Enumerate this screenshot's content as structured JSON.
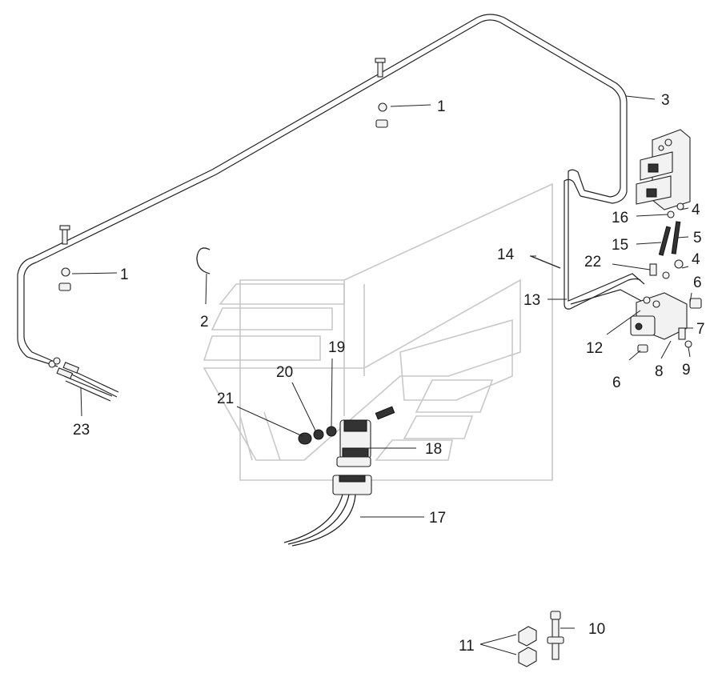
{
  "callouts": [
    {
      "id": "1a",
      "text": "1"
    },
    {
      "id": "1b",
      "text": "1"
    },
    {
      "id": "2",
      "text": "2"
    },
    {
      "id": "3",
      "text": "3"
    },
    {
      "id": "4a",
      "text": "4"
    },
    {
      "id": "4b",
      "text": "4"
    },
    {
      "id": "5",
      "text": "5"
    },
    {
      "id": "6a",
      "text": "6"
    },
    {
      "id": "6b",
      "text": "6"
    },
    {
      "id": "7",
      "text": "7"
    },
    {
      "id": "8",
      "text": "8"
    },
    {
      "id": "9",
      "text": "9"
    },
    {
      "id": "10",
      "text": "10"
    },
    {
      "id": "11",
      "text": "11"
    },
    {
      "id": "12",
      "text": "12"
    },
    {
      "id": "13",
      "text": "13"
    },
    {
      "id": "14",
      "text": "14"
    },
    {
      "id": "15",
      "text": "15"
    },
    {
      "id": "16",
      "text": "16"
    },
    {
      "id": "17",
      "text": "17"
    },
    {
      "id": "18",
      "text": "18"
    },
    {
      "id": "19",
      "text": "19"
    },
    {
      "id": "20",
      "text": "20"
    },
    {
      "id": "21",
      "text": "21"
    },
    {
      "id": "22",
      "text": "22"
    },
    {
      "id": "23",
      "text": "23"
    }
  ]
}
